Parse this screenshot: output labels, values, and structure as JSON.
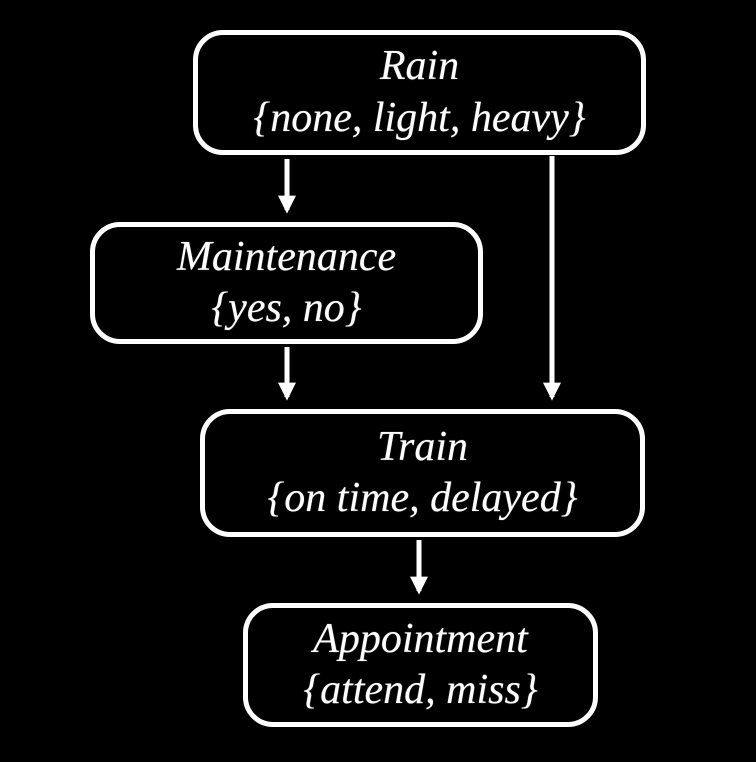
{
  "diagram": {
    "type": "bayesian-network",
    "background_color": "#000000",
    "node_border_color": "#ffffff",
    "text_color": "#ffffff",
    "arrow_color": "#ffffff",
    "nodes": [
      {
        "id": "rain",
        "label": "Rain",
        "values": "{none, light, heavy}"
      },
      {
        "id": "maintenance",
        "label": "Maintenance",
        "values": "{yes, no}"
      },
      {
        "id": "train",
        "label": "Train",
        "values": "{on time, delayed}"
      },
      {
        "id": "appointment",
        "label": "Appointment",
        "values": "{attend, miss}"
      }
    ],
    "edges": [
      {
        "from": "rain",
        "to": "maintenance"
      },
      {
        "from": "rain",
        "to": "train"
      },
      {
        "from": "maintenance",
        "to": "train"
      },
      {
        "from": "train",
        "to": "appointment"
      }
    ]
  }
}
